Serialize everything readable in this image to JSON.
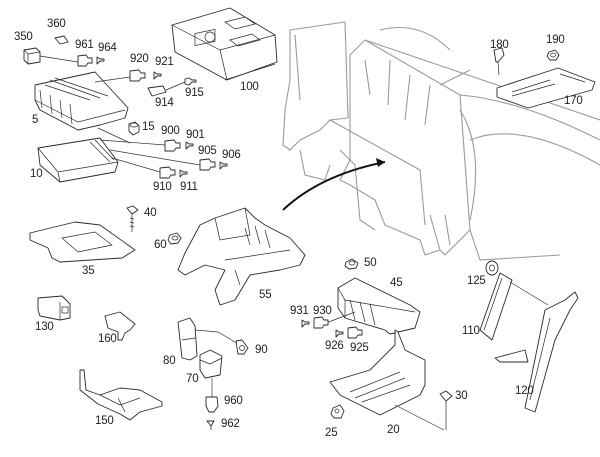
{
  "diagram": {
    "title": "Exploded parts diagram – control units and brackets",
    "labels": {
      "p5": "5",
      "p10": "10",
      "p15": "15",
      "p20": "20",
      "p25": "25",
      "p30": "30",
      "p35": "35",
      "p40": "40",
      "p45": "45",
      "p50": "50",
      "p55": "55",
      "p60": "60",
      "p70": "70",
      "p80": "80",
      "p90": "90",
      "p100": "100",
      "p110": "110",
      "p120": "120",
      "p125": "125",
      "p130": "130",
      "p150": "150",
      "p160": "160",
      "p170": "170",
      "p180": "180",
      "p190": "190",
      "p350": "350",
      "p360": "360",
      "p900": "900",
      "p901": "901",
      "p905": "905",
      "p906": "906",
      "p910": "910",
      "p911": "911",
      "p914": "914",
      "p915": "915",
      "p920": "920",
      "p921": "921",
      "p925": "925",
      "p926": "926",
      "p930": "930",
      "p931": "931",
      "p960": "960",
      "p962": "962",
      "p961": "961",
      "p964": "964"
    }
  }
}
